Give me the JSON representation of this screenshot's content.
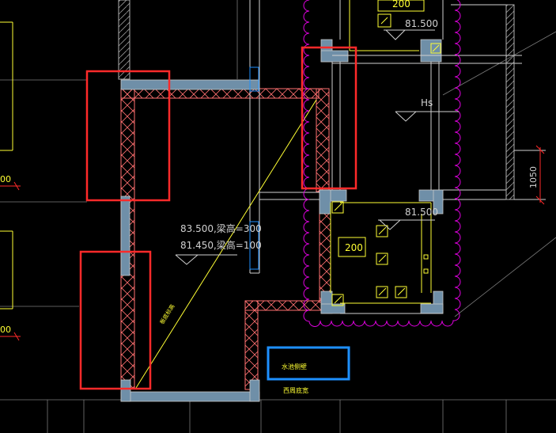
{
  "colors": {
    "background": "#000000",
    "white_line": "#d0d0d0",
    "gray_line": "#8a8a8a",
    "yellow": "#ffff33",
    "magenta": "#e000e0",
    "red": "#ff2a2a",
    "blue": "#1e90ff",
    "hatch": "#ff7070",
    "column": "#6f8fa8"
  },
  "annotations": {
    "elev_top_right": "81.500",
    "elev_right_mid": "81.500",
    "elev_center_1": "83.500,梁高=300",
    "elev_center_2": "81.450,梁高=100",
    "label_hs": "Hs",
    "dim_vertical": "1050",
    "box_top": "200",
    "box_mid": "200",
    "left_dim_top": "00",
    "left_dim_bottom": "00",
    "diag_label": "板底标高",
    "blue_label": "水池侧壁",
    "bottom_label": "西周底宽"
  },
  "markers": {
    "highlight_boxes": [
      "red-box-top-left",
      "red-box-top-right",
      "red-box-bottom-left",
      "blue-box-bottom"
    ]
  }
}
